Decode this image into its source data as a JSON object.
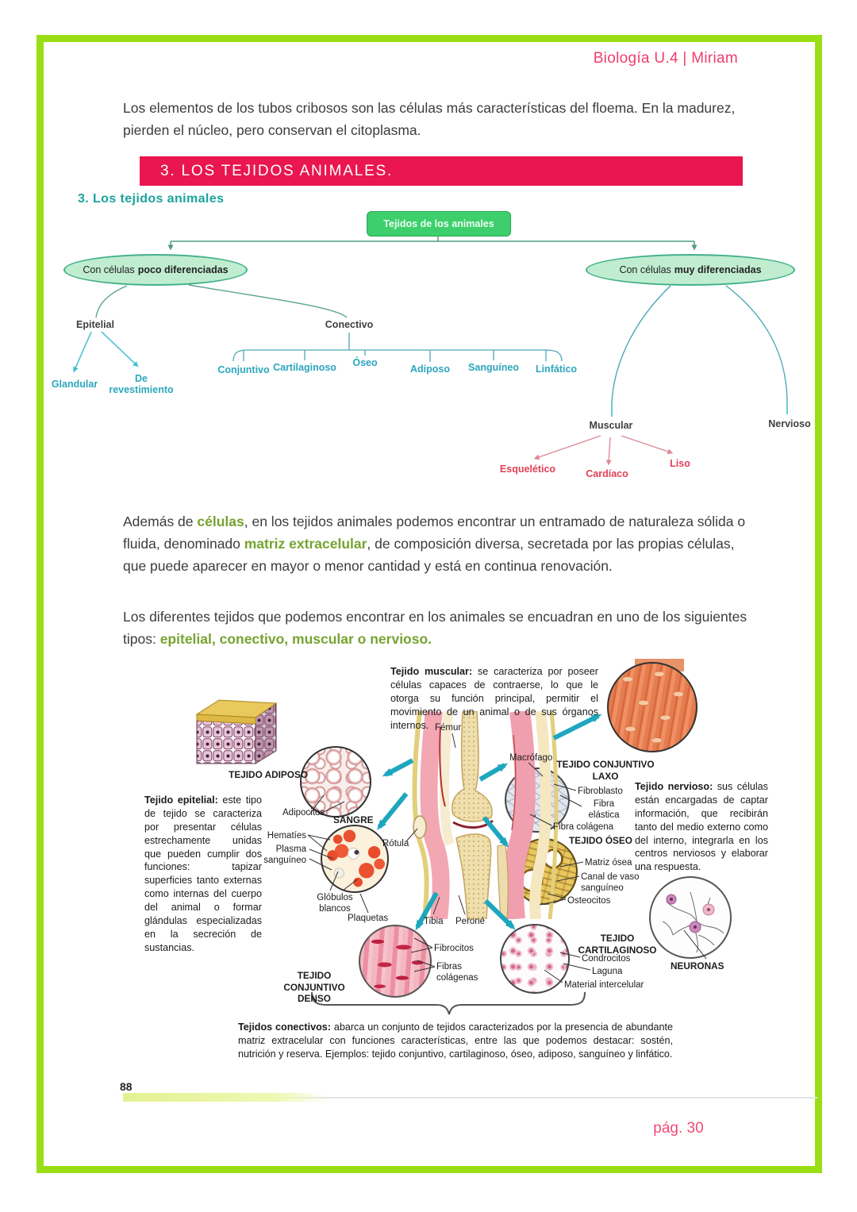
{
  "header": {
    "title": "Biología U.4 | Miriam"
  },
  "intro": {
    "text": "Los elementos de los tubos cribosos son las células más características del floema. En la madurez, pierden el núcleo, pero conservan el citoplasma."
  },
  "section": {
    "banner": "3.  LOS TEJIDOS ANIMALES.",
    "handwritten_title": "3. Los tejidos animales"
  },
  "concept_map": {
    "root": "Tejidos de los animales",
    "left_branch": {
      "prefix": "Con células",
      "bold": "poco diferenciadas"
    },
    "right_branch": {
      "prefix": "Con células",
      "bold": "muy diferenciadas"
    },
    "epitelial": "Epitelial",
    "glandular": "Glandular",
    "de_revestimiento": "De revestimiento",
    "conectivo": "Conectivo",
    "conectivo_children": [
      "Conjuntivo",
      "Cartilaginoso",
      "Óseo",
      "Adiposo",
      "Sanguíneo",
      "Linfático"
    ],
    "muscular": "Muscular",
    "muscular_children": [
      "Esquelético",
      "Cardíaco",
      "Liso"
    ],
    "nervioso": "Nervioso"
  },
  "paragraphs": {
    "matrix": {
      "s0": "Además de ",
      "s1": "células",
      "s2": ", en los tejidos animales podemos encontrar un entramado de naturaleza sólida o fluida, denominado ",
      "s3": "matriz extracelular",
      "s4": ", de composición diversa, secretada por las propias células, que puede aparecer en mayor o menor cantidad y está en continua renovación."
    },
    "types": {
      "s0": "Los diferentes tejidos que podemos encontrar en los animales se encuadran en uno de los siguientes tipos: ",
      "s1": "epitelial, conectivo, muscular o nervioso."
    }
  },
  "figure": {
    "muscular_desc": {
      "lead": "Tejido muscular:",
      "body": " se caracteriza por poseer células capaces de contraerse, lo que le otorga su función principal, permitir el movimiento de un animal o de sus órganos internos."
    },
    "epitelial_desc": {
      "lead": "Tejido epitelial:",
      "body": " este tipo de tejido se caracteriza por presentar células estrechamente unidas que pueden cumplir dos funciones: tapizar superficies tanto externas como internas del cuerpo del animal o formar glándulas especializadas en la secreción de sustancias."
    },
    "nervioso_desc": {
      "lead": "Tejido nervioso:",
      "body": " sus células están encargadas de captar información, que recibirán tanto del medio externo como del interno, integrarla en los centros nerviosos y elaborar una respuesta."
    },
    "conectivos_caption": {
      "lead": "Tejidos conectivos:",
      "body": " abarca un conjunto de tejidos caracterizados por la presencia de abundante matriz extracelular con funciones características, entre las que podemos destacar: sostén, nutrición y reserva. Ejemplos: tejido conjuntivo, cartilaginoso, óseo, adiposo, sanguíneo y linfático."
    },
    "labels": {
      "tejido_adiposo": "TEJIDO ADIPOSO",
      "adipocitos": "Adipocitos",
      "sangre": "SANGRE",
      "hematies": "Hematíes",
      "plasma": "Plasma sanguíneo",
      "globulos": "Glóbulos blancos",
      "plaquetas": "Plaquetas",
      "femur": "Fémur",
      "rotula": "Rótula",
      "tibia": "Tibia",
      "perone": "Peroné",
      "macrofago": "Macrófago",
      "conjuntivo_laxo": "TEJIDO CONJUNTIVO LAXO",
      "fibroblasto": "Fibroblasto",
      "fibra_elastica": "Fibra elástica",
      "fibra_colagena": "Fibra colágena",
      "tejido_oseo": "TEJIDO ÓSEO",
      "matriz_osea": "Matriz ósea",
      "canal_vaso": "Canal de vaso sanguíneo",
      "osteocitos": "Osteocitos",
      "tejido_cartilaginoso": "TEJIDO CARTILAGINOSO",
      "condrocitos": "Condrocitos",
      "laguna": "Laguna",
      "material_intercelular": "Material intercelular",
      "conjuntivo_denso": "TEJIDO CONJUNTIVO DENSO",
      "fibrocitos": "Fibrocitos",
      "fibras_colagenas": "Fibras colágenas",
      "neuronas": "NEURONAS"
    }
  },
  "footer": {
    "left_number": "88",
    "page_label": "pág. 30"
  },
  "colors": {
    "frame_green": "#9ade16",
    "banner_pink": "#e9164f",
    "header_pink": "#f13c6e",
    "keyword_green": "#76a330",
    "teal": "#2ca6bd",
    "handwritten_teal": "#1aa49b",
    "node_green": "#3ecf6d",
    "ellipse_fill": "#c0edd0",
    "muscular_red": "#e04055"
  }
}
